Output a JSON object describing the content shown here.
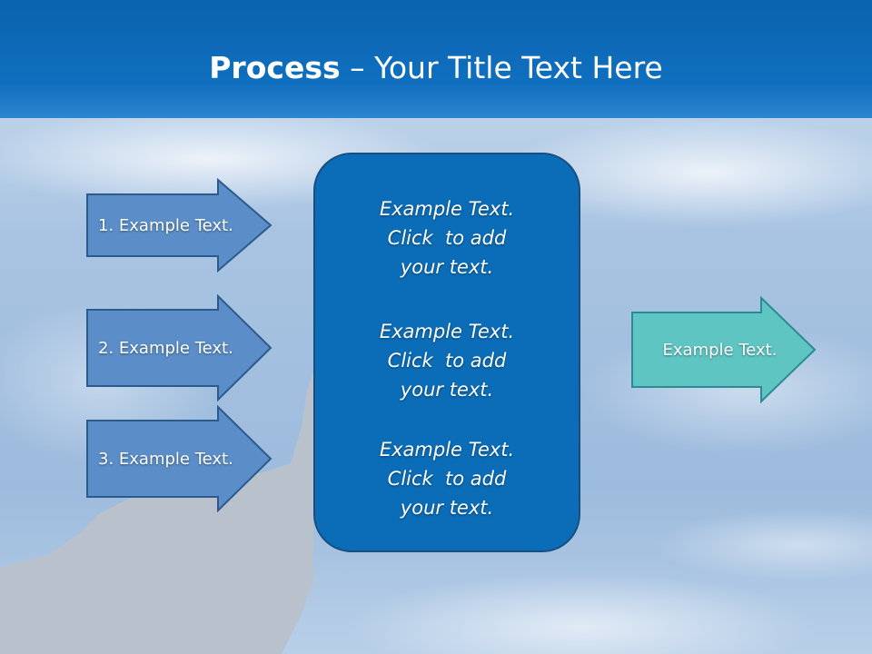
{
  "title": {
    "bold": "Process",
    "rest": " – Your Title Text Here"
  },
  "left_steps": [
    {
      "label": "1. Example Text."
    },
    {
      "label": "2. Example Text."
    },
    {
      "label": "3. Example Text."
    }
  ],
  "center_blocks": [
    {
      "lines": [
        "Example Text.",
        "Click  to add",
        "your text."
      ]
    },
    {
      "lines": [
        "Example Text.",
        "Click  to add",
        "your text."
      ]
    },
    {
      "lines": [
        "Example Text.",
        "Click  to add",
        "your text."
      ]
    }
  ],
  "output_arrow": {
    "label": "Example Text."
  },
  "colors": {
    "title_bar": "#0f6fbf",
    "step_arrow_fill": "#5b8ec8",
    "step_arrow_stroke": "#2b5a8c",
    "center_box_fill": "#0b6db8",
    "output_arrow_fill": "#5ec5c3",
    "output_arrow_stroke": "#2b8a93"
  }
}
